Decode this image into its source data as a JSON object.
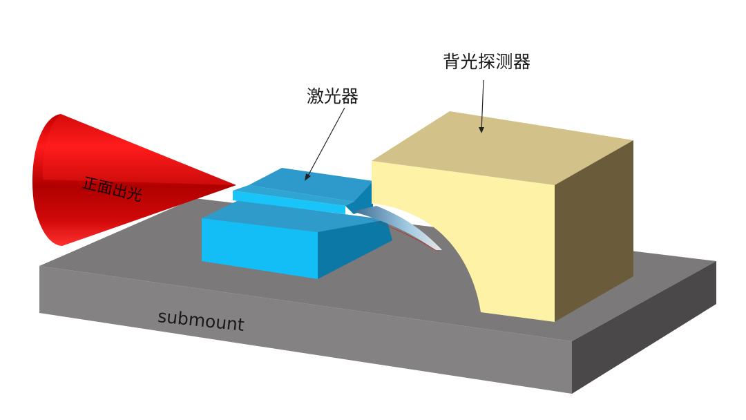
{
  "diagram": {
    "type": "3d-schematic",
    "components": [
      {
        "id": "submount",
        "label": "submount",
        "color_top": "#7d7a7b",
        "color_front": "#858283",
        "color_side": "#4a4748"
      },
      {
        "id": "laser",
        "label": "激光器",
        "color_top": "#2e9ccc",
        "color_front": "#12bdf5",
        "color_side": "#0a7aa8"
      },
      {
        "id": "back-detector",
        "label": "背光探测器",
        "color_top": "#d3c28a",
        "color_front": "#fdf2a6",
        "color_side": "#6b5c3a"
      },
      {
        "id": "front-emission",
        "label": "正面出光",
        "color": "#e01010"
      }
    ],
    "arrows": [
      {
        "from": "label:激光器",
        "to": "laser"
      },
      {
        "from": "label:背光探测器",
        "to": "back-detector"
      }
    ]
  },
  "labels": {
    "detector": "背光探测器",
    "laser": "激光器",
    "front_light": "正面出光",
    "submount": "submount"
  }
}
